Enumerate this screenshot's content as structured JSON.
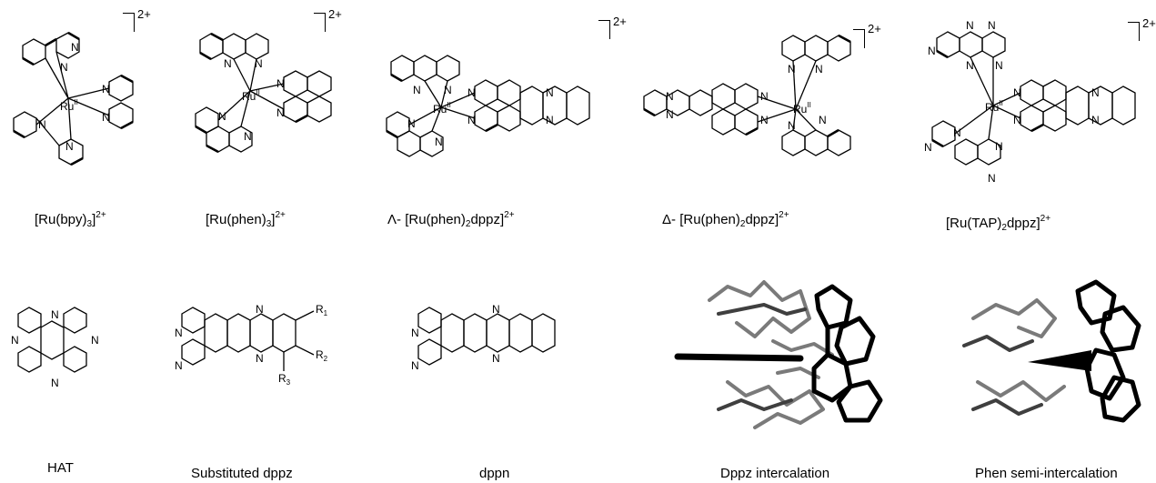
{
  "complexes": [
    {
      "id": "bpy3",
      "prefix": "",
      "core": "[Ru(bpy)",
      "sub": "3",
      "close": "]",
      "charge": "2+",
      "metal": "Ru",
      "metal_sup": "II"
    },
    {
      "id": "phen3",
      "prefix": "",
      "core": "[Ru(phen)",
      "sub": "3",
      "close": "]",
      "charge": "2+",
      "metal": "Ru",
      "metal_sup": "II"
    },
    {
      "id": "lambda",
      "prefix": "Λ-",
      "core": "[Ru(phen)",
      "sub": "2",
      "close": "dppz]",
      "charge": "2+",
      "metal": "Ru",
      "metal_sup": "II"
    },
    {
      "id": "delta",
      "prefix": "Δ-",
      "core": "[Ru(phen)",
      "sub": "2",
      "close": "dppz]",
      "charge": "2+",
      "metal": "Ru",
      "metal_sup": "II"
    },
    {
      "id": "tap",
      "prefix": "",
      "core": "[Ru(TAP)",
      "sub": "2",
      "close": "dppz]",
      "charge": "2+",
      "metal": "Ru",
      "metal_sup": "II"
    }
  ],
  "ligands": [
    {
      "id": "hat",
      "label": "HAT"
    },
    {
      "id": "subdppz",
      "label": "Substituted dppz",
      "r1": "R",
      "r1_sub": "1",
      "r2": "R",
      "r2_sub": "2",
      "r3": "R",
      "r3_sub": "3"
    },
    {
      "id": "dppn",
      "label": "dppn"
    },
    {
      "id": "intercal",
      "label": "Dppz intercalation"
    },
    {
      "id": "semi",
      "label": "Phen semi-intercalation"
    }
  ],
  "atom_symbol": "N",
  "colors": {
    "ink": "#000000",
    "dna_light": "#7a7a7a",
    "dna_dark": "#3f3f3f"
  }
}
